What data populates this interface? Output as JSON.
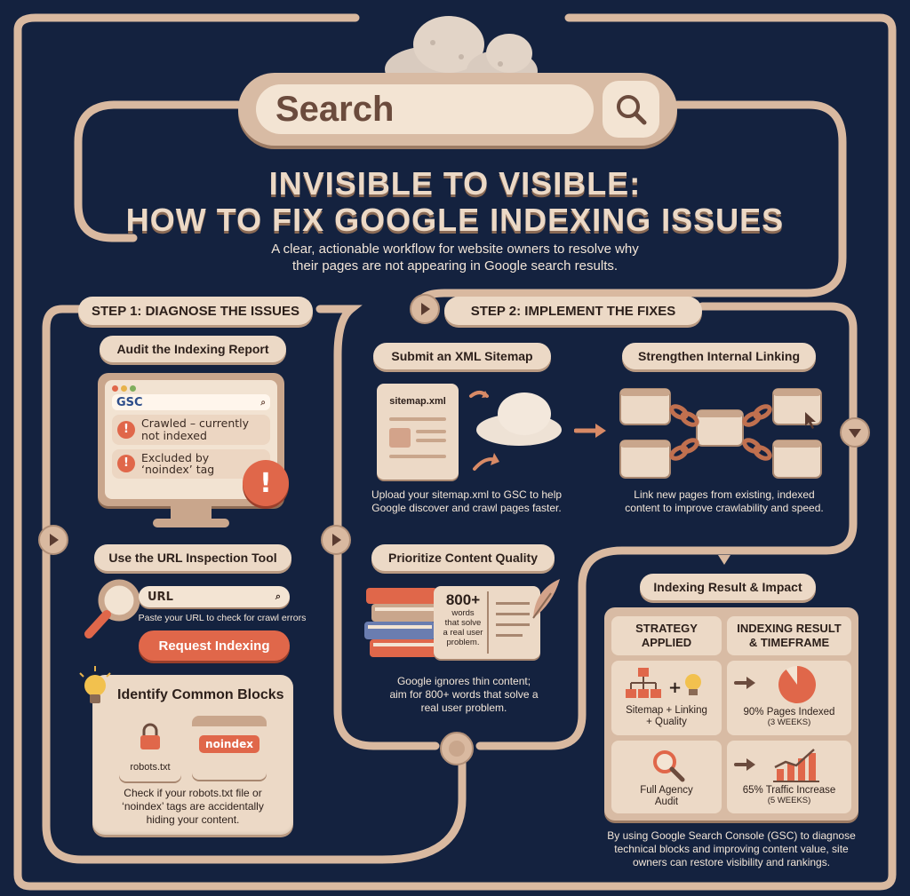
{
  "search": {
    "label": "Search"
  },
  "title": {
    "line1": "INVISIBLE TO VISIBLE:",
    "line2": "HOW TO FIX GOOGLE INDEXING ISSUES"
  },
  "subtitle": {
    "line1": "A clear, actionable workflow for website owners to resolve why",
    "line2": "their pages are not appearing in Google search results."
  },
  "step1": {
    "heading": "STEP 1: DIAGNOSE THE ISSUES",
    "audit": {
      "label": "Audit the Indexing Report",
      "gsc": "GSC",
      "issue1_line1": "Crawled – currently",
      "issue1_line2": "not indexed",
      "issue2_line1": "Excluded by",
      "issue2_line2": "‘noindex’ tag"
    },
    "inspect": {
      "label": "Use the URL Inspection Tool",
      "url_placeholder": "URL",
      "note": "Paste your URL to check for crawl errors",
      "button": "Request Indexing"
    },
    "blocks": {
      "label": "Identify Common Blocks",
      "robots": "robots.txt",
      "noindex": "noindex",
      "desc_line1": "Check if your robots.txt file or",
      "desc_line2": "‘noindex’ tags are accidentally",
      "desc_line3": "hiding your content."
    }
  },
  "step2": {
    "heading": "STEP 2: IMPLEMENT THE FIXES",
    "sitemap": {
      "label": "Submit an XML Sitemap",
      "file": "sitemap.xml",
      "desc_line1": "Upload your sitemap.xml to GSC to help",
      "desc_line2": "Google discover and crawl pages faster."
    },
    "linking": {
      "label": "Strengthen Internal Linking",
      "desc_line1": "Link new pages from existing, indexed",
      "desc_line2": "content to improve crawlability and speed."
    },
    "content": {
      "label": "Prioritize Content Quality",
      "book_big": "800+",
      "book_line1": "words",
      "book_line2": "that solve",
      "book_line3": "a real user",
      "book_line4": "problem.",
      "desc_line1": "Google ignores thin content;",
      "desc_line2": "aim for 800+ words that solve a",
      "desc_line3": "real user problem."
    }
  },
  "result": {
    "label": "Indexing Result & Impact",
    "col1_line1": "STRATEGY",
    "col1_line2": "APPLIED",
    "col2_line1": "INDEXING RESULT",
    "col2_line2": "& TIMEFRAME",
    "row1_strategy_line1": "Sitemap + Linking",
    "row1_strategy_line2": "+ Quality",
    "row1_result": "90% Pages Indexed",
    "row1_time": "(3 WEEKS)",
    "row1_pct": 90,
    "row2_strategy_line1": "Full Agency",
    "row2_strategy_line2": "Audit",
    "row2_result": "65% Traffic Increase",
    "row2_time": "(5 WEEKS)",
    "summary_line1": "By using Google Search Console (GSC) to diagnose",
    "summary_line2": "technical blocks and improving content value, site",
    "summary_line3": "owners can restore visibility and rankings."
  },
  "colors": {
    "background": "#14223f",
    "clay": "#ecd9c6",
    "accent": "#e0674a",
    "connector": "#d9b9a0"
  },
  "icons": [
    "cloud-icon",
    "magnifier-icon",
    "monitor-icon",
    "alert-icon",
    "lightbulb-icon",
    "lock-icon",
    "scroll-icon",
    "chain-icon",
    "books-icon",
    "quill-icon",
    "pie-icon",
    "bar-chart-icon",
    "hierarchy-icon",
    "arrow-icon"
  ]
}
